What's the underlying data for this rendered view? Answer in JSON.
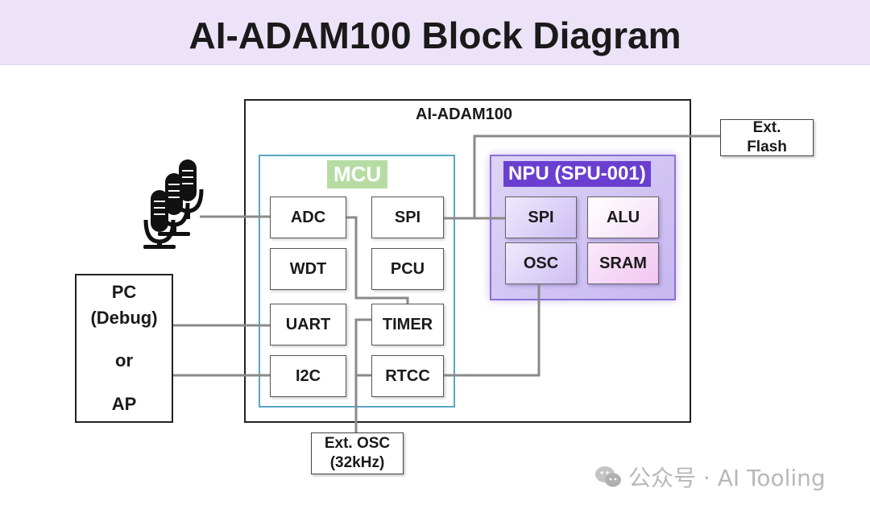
{
  "title": "AI-ADAM100 Block Diagram",
  "chip": {
    "label": "AI-ADAM100"
  },
  "mcu": {
    "label": "MCU",
    "blocks": {
      "adc": "ADC",
      "spi": "SPI",
      "wdt": "WDT",
      "pcu": "PCU",
      "uart": "UART",
      "timer": "TIMER",
      "i2c": "I2C",
      "rtcc": "RTCC"
    }
  },
  "npu": {
    "label": "NPU (SPU-001)",
    "blocks": {
      "spi": "SPI",
      "alu": "ALU",
      "osc": "OSC",
      "sram": "SRAM"
    }
  },
  "ext_flash": {
    "line1": "Ext.",
    "line2": "Flash"
  },
  "ext_osc": {
    "line1": "Ext. OSC",
    "line2": "(32kHz)"
  },
  "host": {
    "line1": "PC",
    "line2": "(Debug)",
    "line3": "or",
    "line4": "AP"
  },
  "colors": {
    "mcu_border": "#5aa6c4",
    "mcu_label_bg": "#b6dca4",
    "npu_border": "#8b6fd6",
    "npu_label_bg": "#6a3fd0",
    "title_band": "#ece3f8"
  },
  "watermark": {
    "text": "公众号 · AI Tooling",
    "icon": "wechat-icon"
  }
}
